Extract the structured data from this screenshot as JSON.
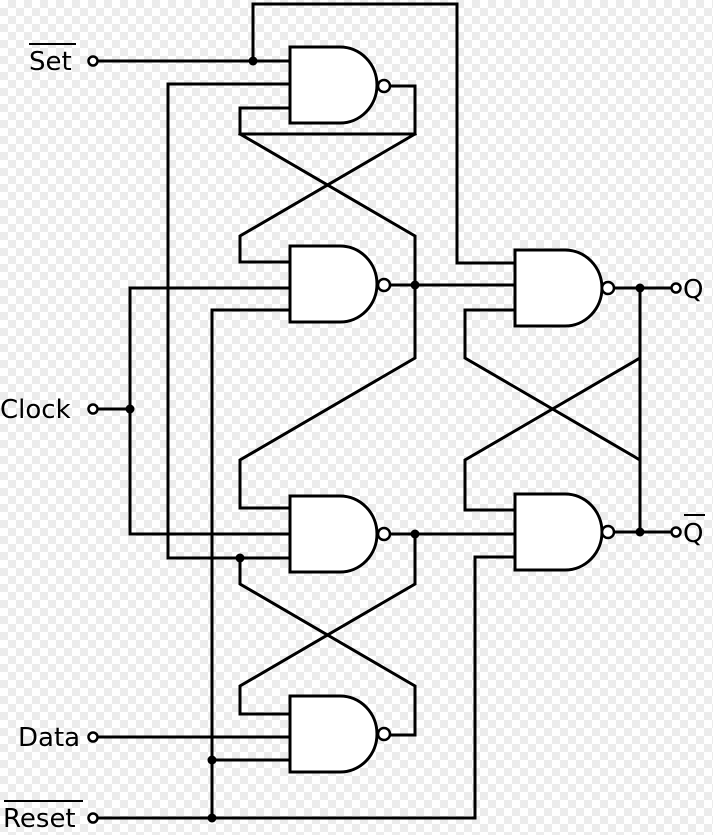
{
  "inputs": {
    "set": "Set",
    "clock": "Clock",
    "data": "Data",
    "reset": "Reset"
  },
  "outputs": {
    "q": "Q",
    "q_bar": "Q"
  }
}
